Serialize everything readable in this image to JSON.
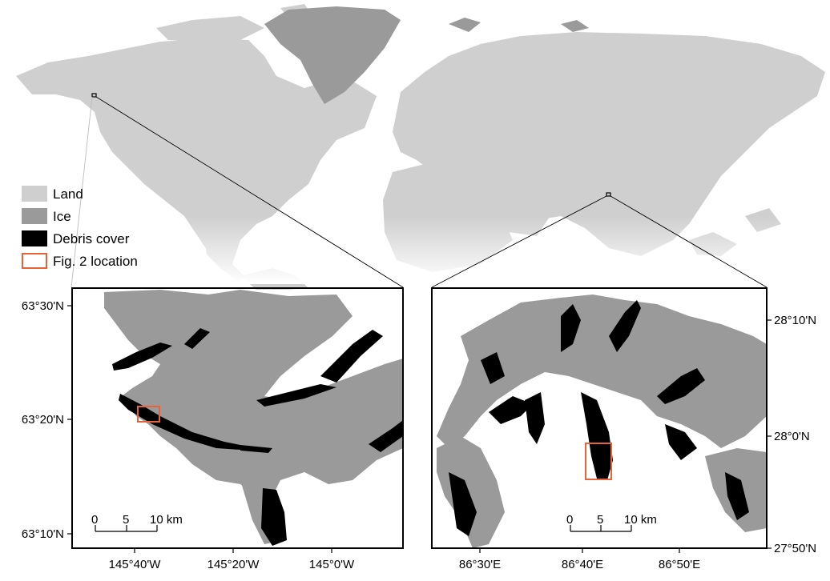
{
  "legend": {
    "items": [
      {
        "label": "Land",
        "color": "#cfcfcf"
      },
      {
        "label": "Ice",
        "color": "#9a9a9a"
      },
      {
        "label": "Debris cover",
        "color": "#000000"
      },
      {
        "label": "Fig. 2 location",
        "color": "#e8623a"
      }
    ]
  },
  "left_map": {
    "lat_ticks": [
      "63°30'N",
      "63°20'N",
      "63°10'N"
    ],
    "lon_ticks": [
      "145°40'W",
      "145°20'W",
      "145°0'W"
    ],
    "scale": {
      "ticks": [
        "0",
        "5",
        "10 km"
      ]
    }
  },
  "right_map": {
    "lat_ticks": [
      "28°10'N",
      "28°0'N",
      "27°50'N"
    ],
    "lon_ticks": [
      "86°30'E",
      "86°40'E",
      "86°50'E"
    ],
    "scale": {
      "ticks": [
        "0",
        "5",
        "10 km"
      ]
    }
  },
  "colors": {
    "land": "#cfcfcf",
    "ice": "#9a9a9a",
    "debris": "#000000",
    "highlight": "#e8623a"
  }
}
